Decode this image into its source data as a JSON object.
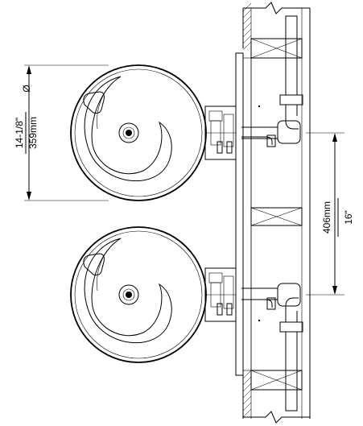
{
  "dimensions": {
    "bowl_diameter": {
      "symbol": "Ø",
      "imperial": "14-1/8\"",
      "metric": "359mm"
    },
    "bubbler_spacing": {
      "imperial": "16\"",
      "metric": "406mm"
    }
  }
}
